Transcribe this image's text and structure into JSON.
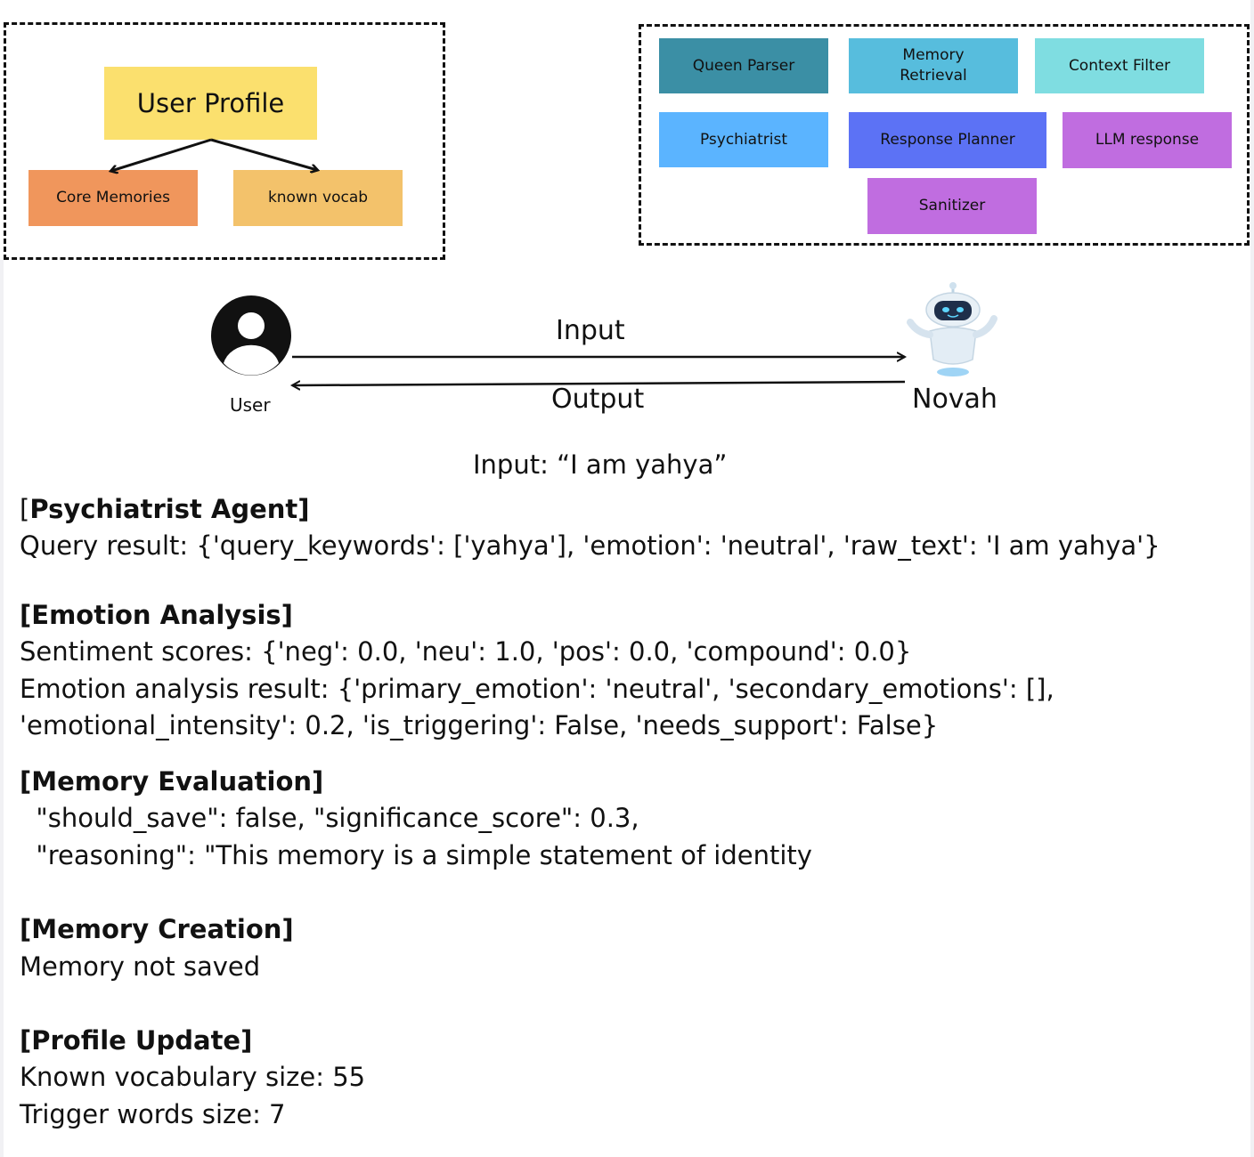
{
  "colors": {
    "user_profile": "#fbe06e",
    "core_memories": "#f0965c",
    "known_vocab": "#f3c26b",
    "queen_parser": "#3b8fa5",
    "memory_retrieval": "#57bddd",
    "context_filter": "#7fdde1",
    "psychiatrist": "#5bb4ff",
    "response_planner": "#5c72f5",
    "llm_response": "#c06de0",
    "sanitizer": "#c06de0"
  },
  "icons": {
    "user": "user-circle-icon",
    "bot": "robot-icon"
  },
  "profile_diagram": {
    "root": "User Profile",
    "children": [
      "Core Memories",
      "known vocab"
    ]
  },
  "agents": {
    "queen_parser": "Queen Parser",
    "memory_retrieval": "Memory\nRetrieval",
    "context_filter": "Context Filter",
    "psychiatrist": "Psychiatrist",
    "response_planner": "Response Planner",
    "llm_response": "LLM response",
    "sanitizer": "Sanitizer"
  },
  "flow": {
    "user_label": "User",
    "bot_label": "Novah",
    "input_label": "Input",
    "output_label": "Output"
  },
  "log": {
    "input_line": "Input: “I am yahya”",
    "psychiatrist": {
      "open_bracket": "[",
      "title": "Psychiatrist Agent]",
      "lines": [
        "Query result: {'query_keywords': ['yahya'], 'emotion': 'neutral', 'raw_text': 'I am yahya'}"
      ]
    },
    "emotion": {
      "title": "[Emotion Analysis]",
      "lines": [
        "Sentiment scores: {'neg': 0.0, 'neu': 1.0, 'pos': 0.0, 'compound': 0.0}",
        "Emotion analysis result: {'primary_emotion': 'neutral', 'secondary_emotions': [],",
        "'emotional_intensity': 0.2, 'is_triggering': False, 'needs_support': False}"
      ]
    },
    "memory_eval": {
      "title": "[Memory Evaluation]",
      "lines": [
        "  \"should_save\": false, \"significance_score\": 0.3,",
        "  \"reasoning\": \"This memory is a simple statement of identity"
      ]
    },
    "memory_creation": {
      "title": "[Memory Creation]",
      "lines": [
        "Memory not saved"
      ]
    },
    "profile_update": {
      "title": "[Profile Update]",
      "lines": [
        "Known vocabulary size: 55",
        "Trigger words size: 7"
      ]
    }
  }
}
